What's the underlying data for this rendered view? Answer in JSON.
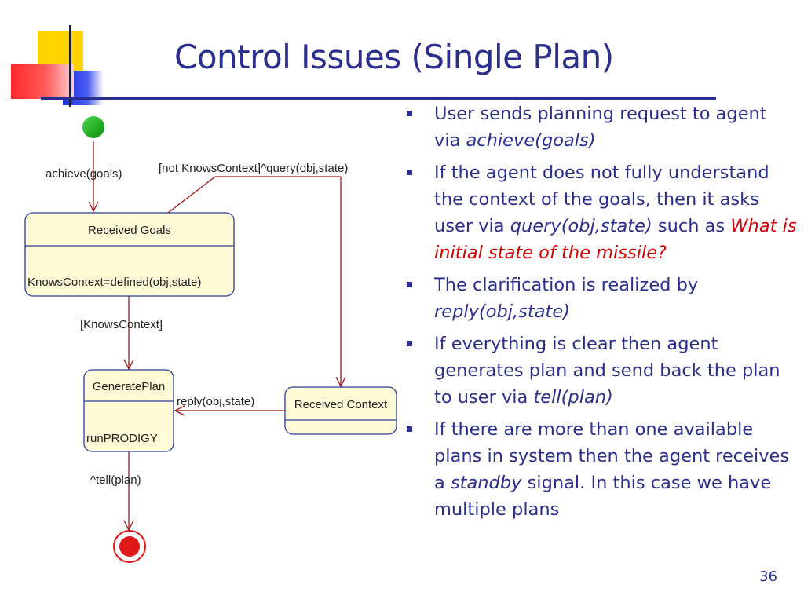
{
  "slide": {
    "title": "Control Issues (Single Plan)",
    "page_number": "36"
  },
  "diagram": {
    "initial_transition": "achieve(goals)",
    "query_transition": "[not KnowsContext]^query(obj,state)",
    "received_goals": {
      "name": "Received Goals",
      "activity": "KnowsContext=defined(obj,state)"
    },
    "knows_context_guard": "[KnowsContext]",
    "generate_plan": {
      "name": "GeneratePlan",
      "activity": "runPRODIGY"
    },
    "reply_transition": "reply(obj,state)",
    "received_context": {
      "name": "Received Context"
    },
    "tell_transition": "^tell(plan)"
  },
  "bullets": [
    {
      "t1": "User sends planning request to agent via ",
      "e1": "achieve(goals)"
    },
    {
      "t1": "If the agent does not fully understand the context of the goals, then it asks user via ",
      "e1": "query(obj,state)",
      "t2": " such as ",
      "r1": "What is initial state of the missile?"
    },
    {
      "t1": "The clarification is realized by ",
      "e1": "reply(obj,state)"
    },
    {
      "t1": "If everything is clear then agent generates plan and send back the plan to user via ",
      "e1": "tell(plan)"
    },
    {
      "t1": "If there are more than one available plans in system then the agent receives a ",
      "e1": "standby",
      "t2": " signal. In this case we have multiple plans"
    }
  ],
  "colors": {
    "title": "#2a2e8c",
    "state_fill": "#fffbd6",
    "state_border": "#2a3c9c",
    "transition": "#a01818",
    "initial": "#15b015",
    "final": "#e01818",
    "highlight": "#d40000"
  }
}
